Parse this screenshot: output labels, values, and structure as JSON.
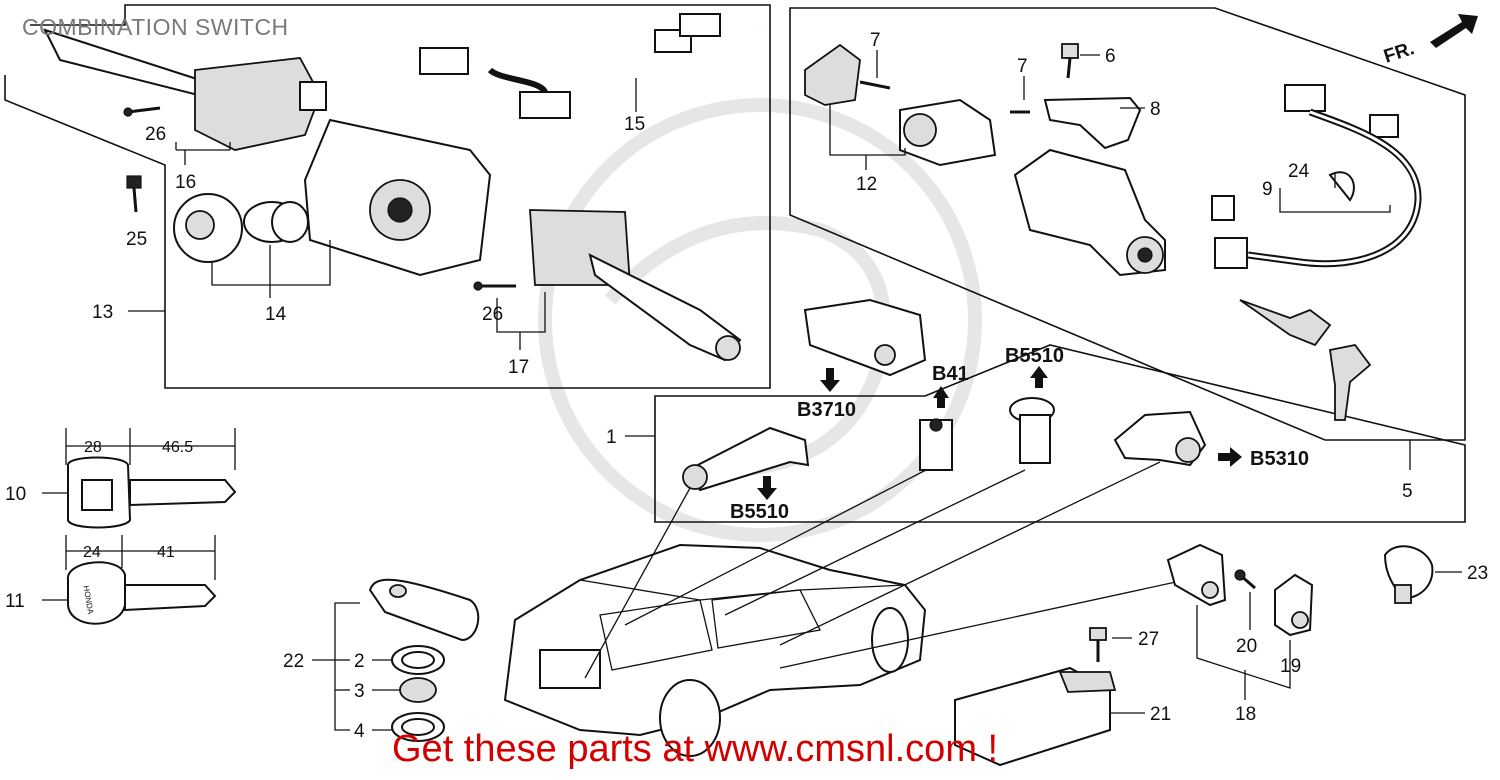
{
  "title": "COMBINATION SWITCH",
  "footer": "Get these parts at www.cmsnl.com !",
  "direction": "FR.",
  "callouts": {
    "c1": "1",
    "c2": "2",
    "c3": "3",
    "c4": "4",
    "c5": "5",
    "c6": "6",
    "c7a": "7",
    "c7b": "7",
    "c8": "8",
    "c9": "9",
    "c10": "10",
    "c11": "11",
    "c12": "12",
    "c13": "13",
    "c14": "14",
    "c15": "15",
    "c16": "16",
    "c17": "17",
    "c18": "18",
    "c19": "19",
    "c20": "20",
    "c21": "21",
    "c22": "22",
    "c23": "23",
    "c24": "24",
    "c25": "25",
    "c26a": "26",
    "c26b": "26",
    "c27": "27"
  },
  "references": {
    "b3710": "B3710",
    "b41": "B41",
    "b5510_top": "B5510",
    "b5510_bottom": "B5510",
    "b5310": "B5310"
  },
  "dimensions": {
    "key10_head": "28",
    "key10_blade": "46.5",
    "key11_head": "24",
    "key11_blade": "41"
  },
  "key_marks": {
    "key11_brand": "HONDA"
  }
}
